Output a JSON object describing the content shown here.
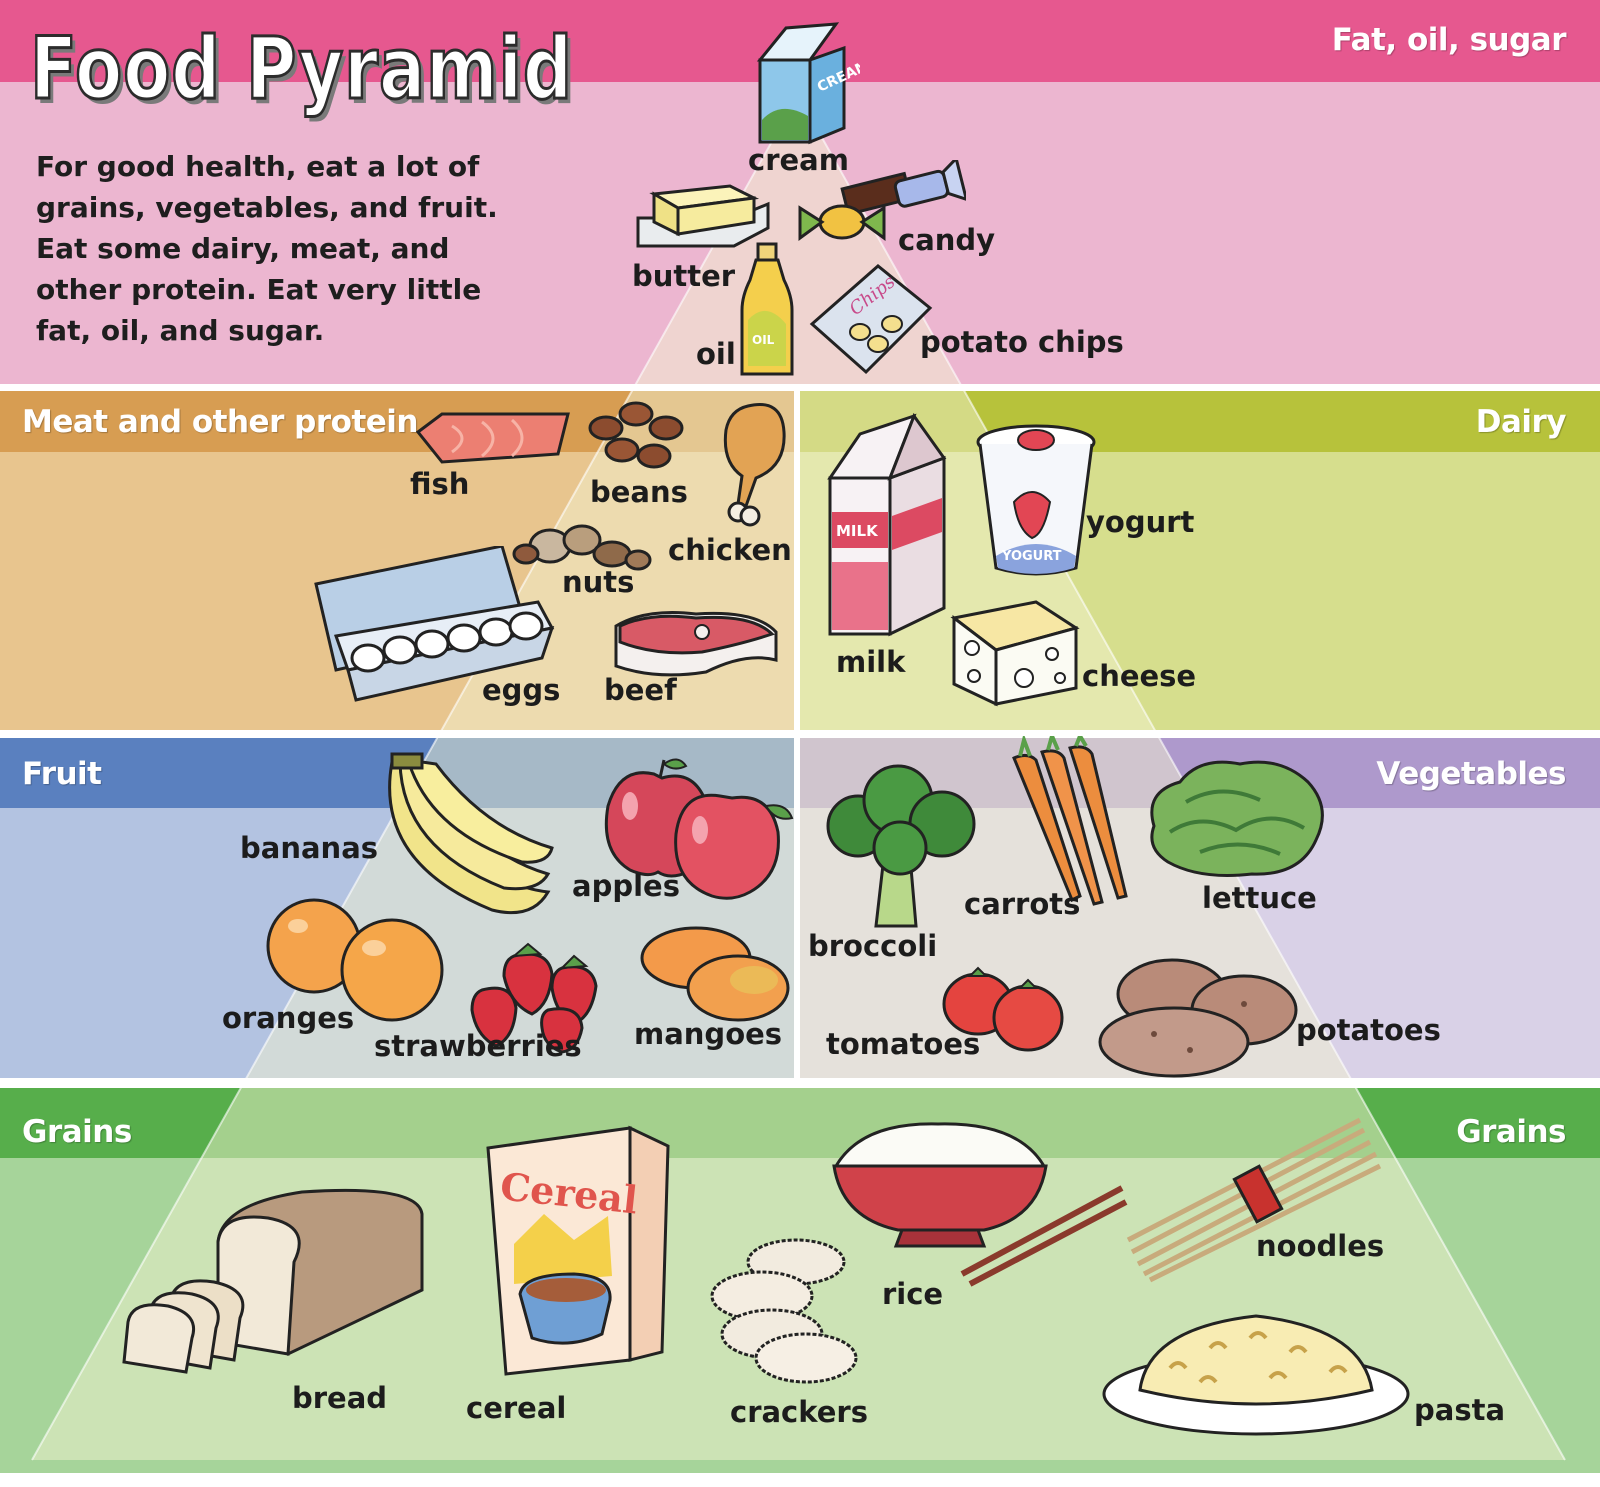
{
  "header": {
    "title": "Food Pyramid",
    "intro": "For good health, eat a lot of grains, vegetables, and fruit. Eat some dairy, meat, and other protein. Eat very little fat, oil, and sugar."
  },
  "tiers": {
    "fat": "Fat, oil, sugar",
    "meat": "Meat and other protein",
    "dairy": "Dairy",
    "fruit": "Fruit",
    "vegetables": "Vegetables",
    "grains_left": "Grains",
    "grains_right": "Grains"
  },
  "foods": {
    "fat": {
      "cream": "cream",
      "butter": "butter",
      "candy": "candy",
      "oil": "oil",
      "chips": "potato chips"
    },
    "meat": {
      "fish": "fish",
      "beans": "beans",
      "chicken": "chicken",
      "nuts": "nuts",
      "eggs": "eggs",
      "beef": "beef"
    },
    "dairy": {
      "milk": "milk",
      "yogurt": "yogurt",
      "cheese": "cheese"
    },
    "fruit": {
      "bananas": "bananas",
      "apples": "apples",
      "oranges": "oranges",
      "strawberries": "strawberries",
      "mangoes": "mangoes"
    },
    "vegetables": {
      "broccoli": "broccoli",
      "carrots": "carrots",
      "lettuce": "lettuce",
      "tomatoes": "tomatoes",
      "potatoes": "potatoes"
    },
    "grains": {
      "bread": "bread",
      "cereal": "cereal",
      "crackers": "crackers",
      "rice": "rice",
      "noodles": "noodles",
      "pasta": "pasta"
    }
  },
  "packaging": {
    "cream_carton": "CREAM",
    "oil_bottle": "OIL",
    "chips_bag": "Chips",
    "milk_carton": "MILK",
    "yogurt_cup": "YOGURT",
    "cereal_box": "Cereal"
  },
  "colors": {
    "fat": "#e6588f",
    "fat_bg": "#ecb6d0",
    "meat": "#d79d52",
    "meat_bg": "#e8c58e",
    "dairy": "#b7c23b",
    "dairy_bg": "#d6de8d",
    "fruit": "#5a80bf",
    "fruit_bg": "#b3c3e1",
    "vegetables": "#ae99cc",
    "vegetables_bg": "#d9d1e7",
    "grains": "#57ae4b",
    "grains_bg": "#a6d49a",
    "pyramid": "#f1f2cf"
  }
}
